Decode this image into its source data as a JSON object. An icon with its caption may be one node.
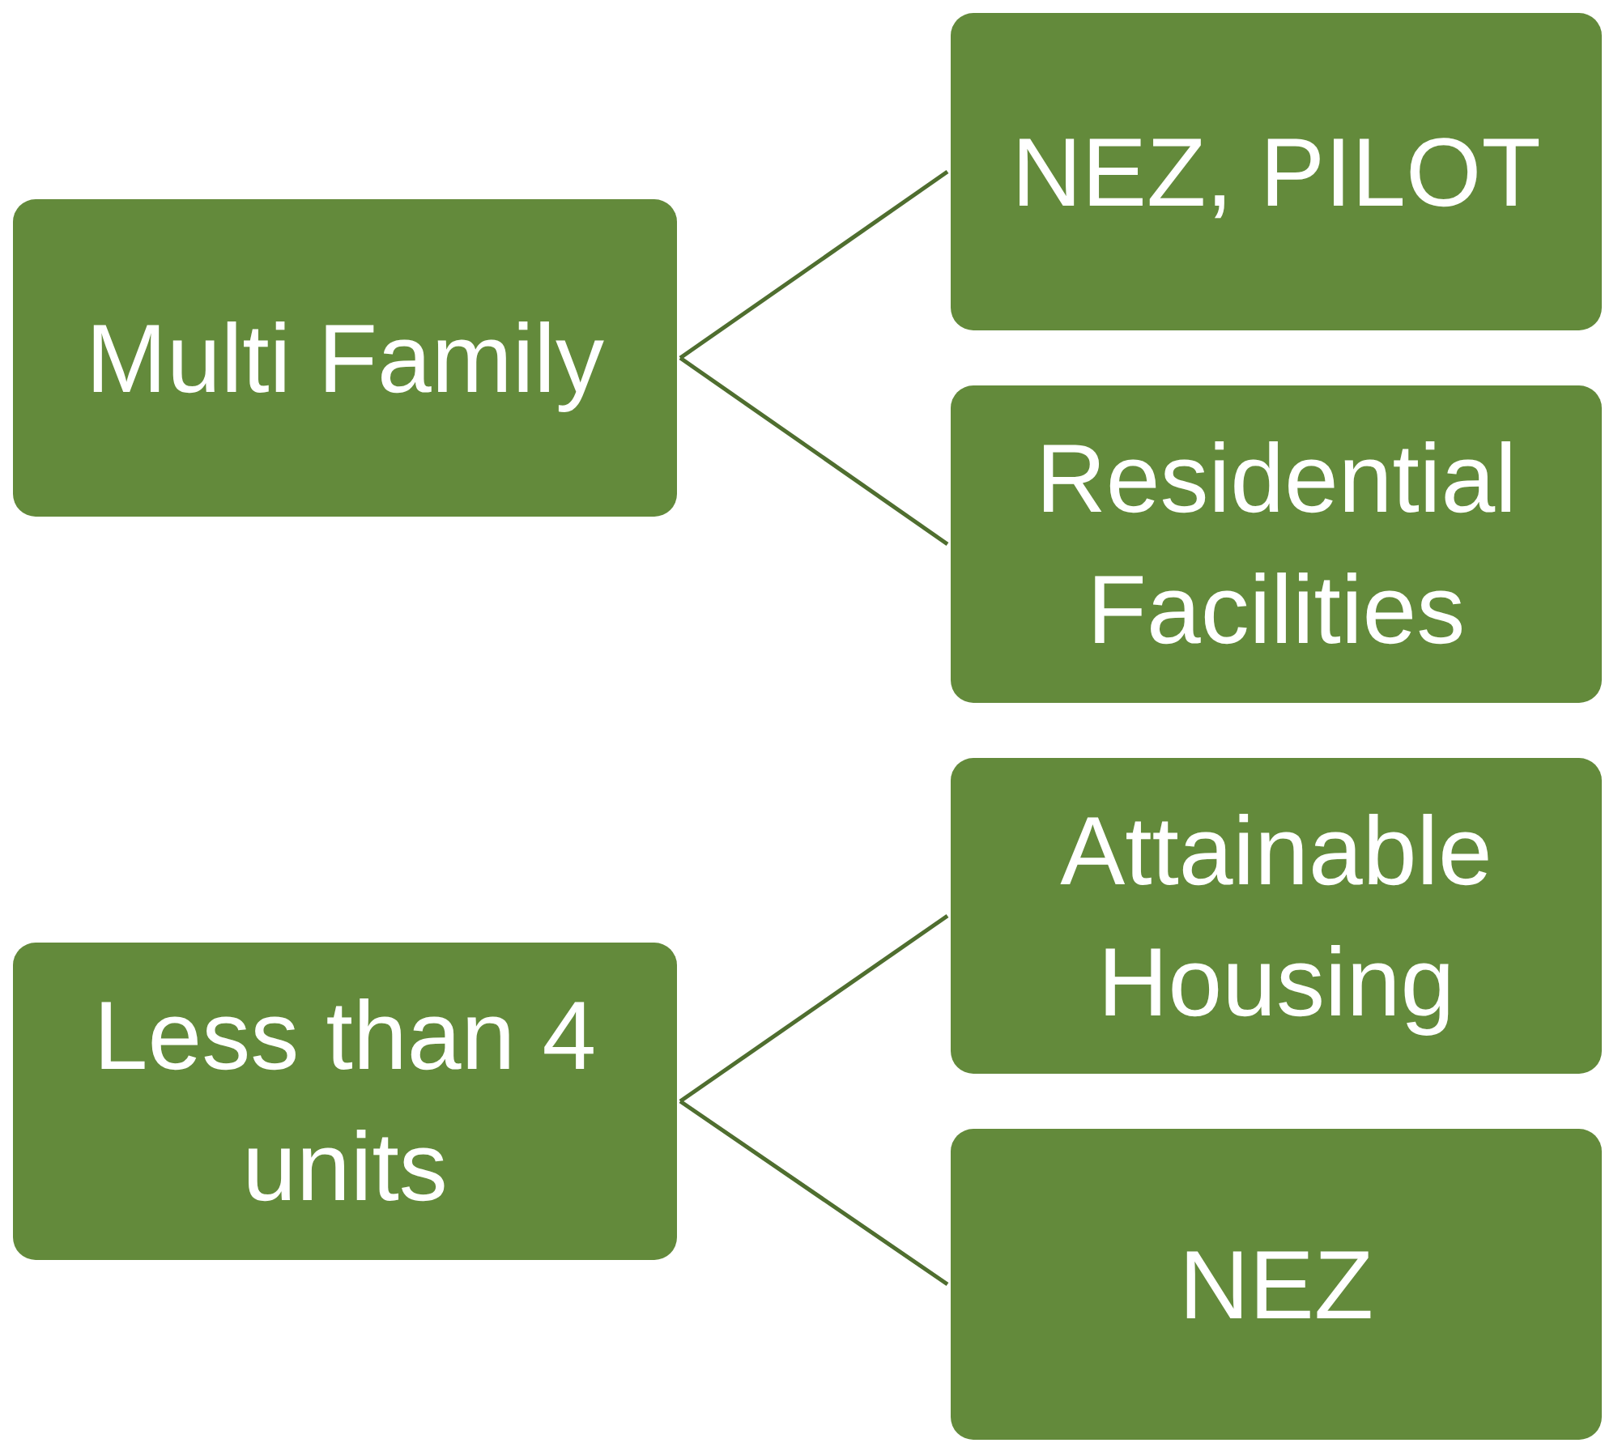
{
  "diagram": {
    "nodes": [
      {
        "text": [
          "Multi Family"
        ]
      },
      {
        "text": [
          "NEZ, PILOT"
        ]
      },
      {
        "text": [
          "Residential Facilities"
        ]
      },
      {
        "text": [
          "Less than 4 units"
        ]
      },
      {
        "text": [
          "Attainable Housing"
        ]
      },
      {
        "text": [
          "NEZ"
        ]
      }
    ],
    "edges": [
      {
        "from": 0,
        "to": 1,
        "arrow": "none"
      },
      {
        "from": 0,
        "to": 2,
        "arrow": "none"
      },
      {
        "from": 3,
        "to": 4,
        "arrow": "none"
      },
      {
        "from": 3,
        "to": 5,
        "arrow": "none"
      }
    ]
  }
}
